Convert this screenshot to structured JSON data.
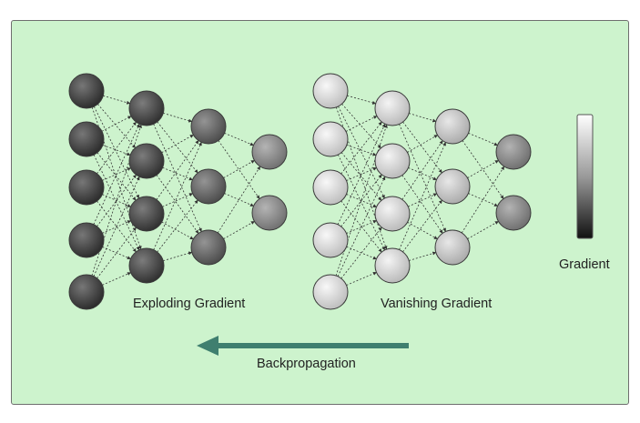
{
  "labels": {
    "exploding": "Exploding Gradient",
    "vanishing": "Vanishing Gradient",
    "gradient_scale": "Gradient",
    "backprop": "Backpropagation"
  },
  "colors": {
    "panel_background": "#cdf3cd",
    "backprop_arrow": "#3f7f6f",
    "connection": "#333333"
  },
  "networks": [
    {
      "name": "exploding",
      "layer_sizes": [
        5,
        4,
        3,
        2
      ],
      "layer_shades": [
        "#2e2e2e",
        "#353535",
        "#5a5a5a",
        "#8c8c8c"
      ]
    },
    {
      "name": "vanishing",
      "layer_sizes": [
        5,
        4,
        3,
        2
      ],
      "layer_shades": [
        "#f4f4f4",
        "#eeeeee",
        "#dadada",
        "#8a8a8a"
      ]
    }
  ]
}
